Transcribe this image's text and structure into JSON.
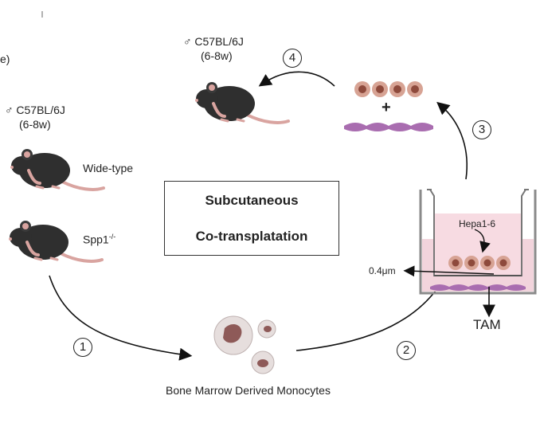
{
  "left_cut_text": "e)",
  "mouse_group_left": {
    "strain": "♂ C57BL/6J",
    "age": "(6-8w)"
  },
  "mouse_group_top": {
    "strain": "♂ C57BL/6J",
    "age": "(6-8w)"
  },
  "genotypes": {
    "wild": "Wide-type",
    "ko_base": "Spp1",
    "ko_sup": "-/-"
  },
  "center_box": {
    "line1": "Subcutaneous",
    "line2": "Co-transplatation"
  },
  "cells_label": "Bone Marrow Derived Monocytes",
  "transwell": {
    "cell_line": "Hepa1-6",
    "pore": "0.4μm",
    "output": "TAM"
  },
  "plus_sign": "+",
  "steps": [
    "1",
    "2",
    "3",
    "4"
  ],
  "colors": {
    "mouse": "#2f2f2f",
    "mouse_pink": "#d9a4a0",
    "cell": "#b06a5c",
    "monocyte": "#e6dedd",
    "monocyte_nucleus": "#8e5a58",
    "macrophage": "#a96db0",
    "well_fluid": "#f2d4dc"
  }
}
